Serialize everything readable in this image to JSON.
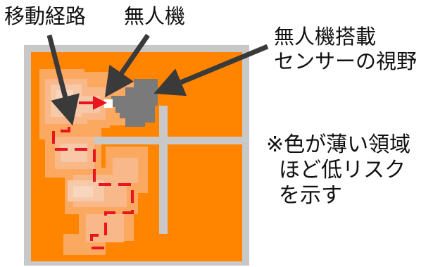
{
  "labels": {
    "route": "移動経路",
    "drone": "無人機",
    "sensor_line1": "無人機搭載",
    "sensor_line2": "センサーの視野",
    "note_line1": "※色が薄い領域",
    "note_line2": "ほど低リスク",
    "note_line3": "を示す"
  },
  "colors": {
    "border": "#c8c8c8",
    "base": "#ff8400",
    "walls": "#c8c8c8",
    "light_risk_scale": [
      "#fba861",
      "#f9b88a",
      "#f7c9a8",
      "#f6d6bd"
    ],
    "route": "#e8141e",
    "arrow": "#3a3a3a",
    "sensor_view": "#7a7a7a",
    "drone": "#ffffff"
  }
}
